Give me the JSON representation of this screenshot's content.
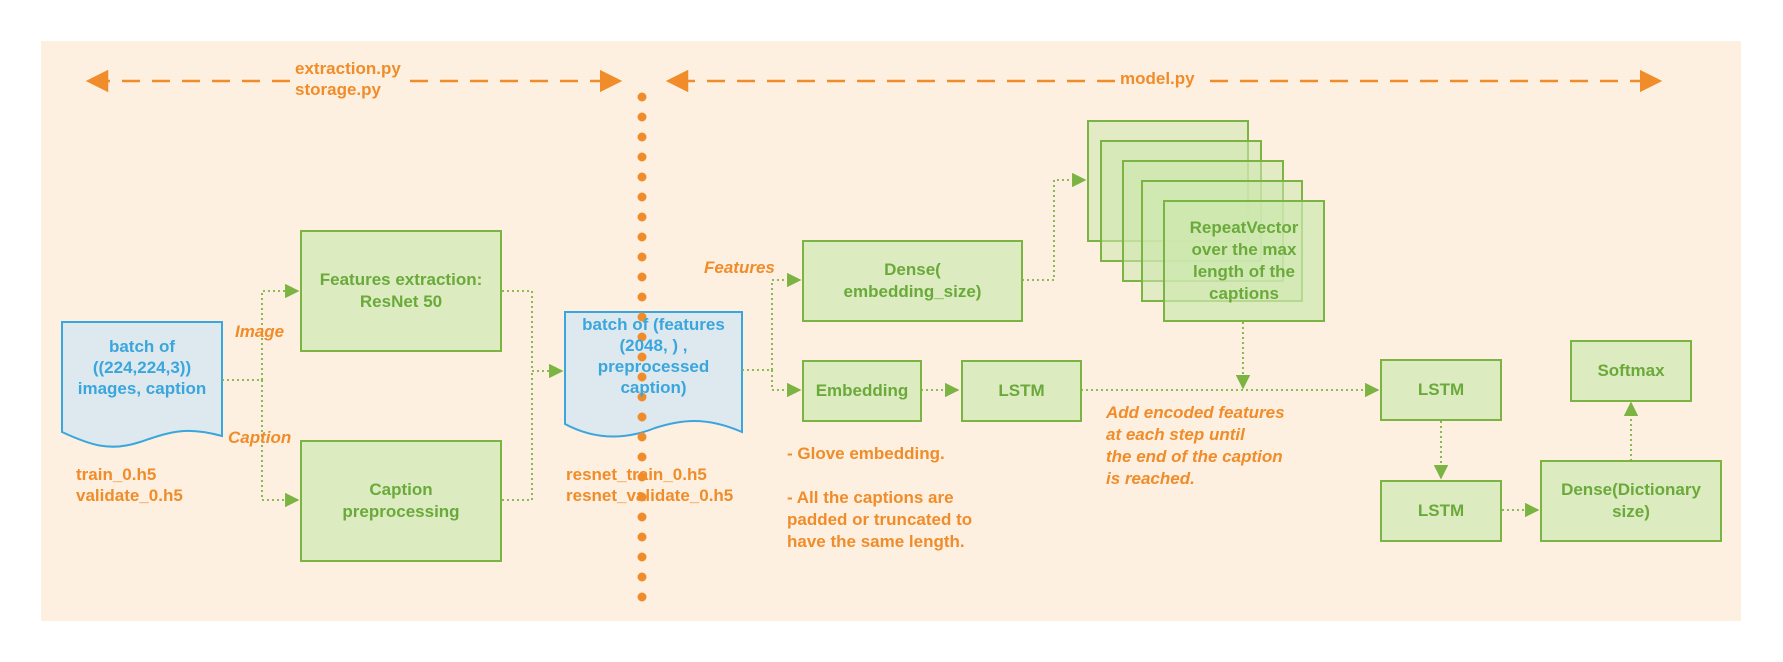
{
  "header": {
    "left_files": "extraction.py\nstorage.py",
    "right_file": "model.py"
  },
  "input_doc": {
    "label": "batch of\n((224,224,3))\nimages, caption"
  },
  "branch_labels": {
    "image": "Image",
    "caption": "Caption",
    "features": "Features"
  },
  "input_files": "train_0.h5\nvalidate_0.h5",
  "boxes": {
    "features_extraction": "Features extraction:\nResNet 50",
    "caption_preprocessing": "Caption\npreprocessing",
    "dense_embedding": "Dense(\nembedding_size)",
    "embedding": "Embedding",
    "lstm_1": "LSTM",
    "repeat_vector": "RepeatVector\nover the max\nlength of the\ncaptions",
    "lstm_2": "LSTM",
    "lstm_3": "LSTM",
    "dense_dictionary": "Dense(Dictionary\nsize)",
    "softmax": "Softmax"
  },
  "batch_doc": {
    "label": "batch of (features\n(2048, ) ,\npreprocessed\ncaption)"
  },
  "batch_files": "resnet_train_0.h5\nresnet_validate_0.h5",
  "notes": {
    "embedding": "- Glove embedding.\n\n- All the captions are\npadded or truncated to\nhave the same length.",
    "encoded": "Add encoded features\nat each step until\nthe end of the caption\nis reached."
  },
  "colors": {
    "background": "#fdf0e0",
    "orange": "#f08c2a",
    "green_fill": "#dcebc0",
    "green_stroke": "#7cb443",
    "blue_fill": "#dde9ee",
    "blue_stroke": "#3aa6dd"
  }
}
